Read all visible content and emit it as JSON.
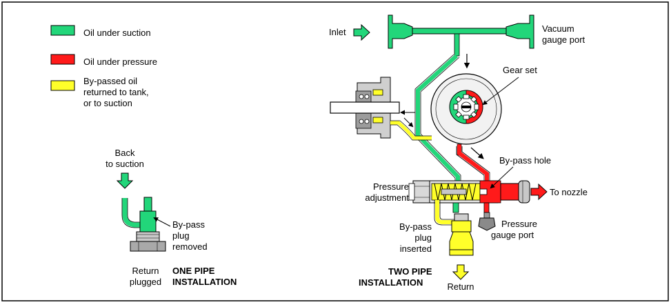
{
  "colors": {
    "suction": "#22d67a",
    "pressure": "#ff1a1a",
    "bypass": "#ffff2a",
    "outline": "#000000",
    "gray": "#b8b8b8",
    "dark_gray": "#6e6e6e",
    "body_gray": "#e3e3e3"
  },
  "legend": {
    "suction": "Oil under suction",
    "pressure": "Oil under pressure",
    "bypass_line1": "By-passed  oil",
    "bypass_line2": "returned to tank,",
    "bypass_line3": "or to suction"
  },
  "one_pipe": {
    "back_line1": "Back",
    "back_line2": "to suction",
    "plug_line1": "By-pass",
    "plug_line2": "plug",
    "plug_line3": "removed",
    "return_line1": "Return",
    "return_line2": "plugged",
    "title_line1": "ONE PIPE",
    "title_line2": "INSTALLATION"
  },
  "two_pipe": {
    "inlet": "Inlet",
    "vacuum_line1": "Vacuum",
    "vacuum_line2": "gauge port",
    "gear_set": "Gear set",
    "bypass_hole": "By-pass  hole",
    "to_nozzle": "To nozzle",
    "pressure_adj_line1": "Pressure",
    "pressure_adj_line2": "adjustment",
    "plug_line1": "By-pass",
    "plug_line2": "plug",
    "plug_line3": "inserted",
    "gauge_line1": "Pressure",
    "gauge_line2": "gauge port",
    "title_line1": "TWO PIPE",
    "title_line2": "INSTALLATION",
    "return": "Return"
  }
}
